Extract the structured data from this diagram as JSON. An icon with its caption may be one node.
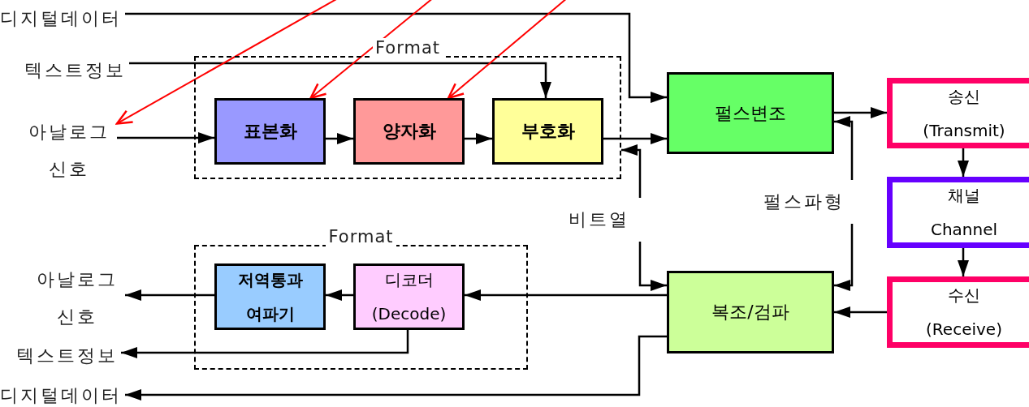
{
  "diagram": {
    "nodes": [
      {
        "text": [
          "Format"
        ]
      },
      {
        "text": [
          "표본화"
        ],
        "in": 0
      },
      {
        "text": [
          "양자화"
        ],
        "in": 0
      },
      {
        "text": [
          "부호화"
        ],
        "in": 0
      },
      {
        "text": [
          "펄스변조"
        ]
      },
      {
        "text": [
          "송신 (Transmit)"
        ]
      },
      {
        "text": [
          "채널 Channel"
        ]
      },
      {
        "text": [
          "수신 (Receive)"
        ]
      },
      {
        "text": [
          "복조/검파"
        ]
      },
      {
        "text": [
          "Format"
        ]
      },
      {
        "text": [
          "저역통과 여파기"
        ],
        "in": 9
      },
      {
        "text": [
          "디코더 (Decode)"
        ],
        "in": 9
      },
      {
        "text": [
          "디지털데이터"
        ]
      },
      {
        "text": [
          "텍스트정보"
        ]
      },
      {
        "text": [
          "아날로그 신호"
        ]
      },
      {
        "text": [
          "아날로그 신호"
        ]
      },
      {
        "text": [
          "텍스트정보"
        ]
      },
      {
        "text": [
          "디지털데이터"
        ]
      },
      {
        "text": [
          "비트열"
        ]
      },
      {
        "text": [
          "펄스파형"
        ]
      }
    ],
    "edges": [
      {
        "from": 12,
        "to": 4,
        "arrow": "to"
      },
      {
        "from": 13,
        "to": 3,
        "arrow": "to"
      },
      {
        "from": 14,
        "to": 1,
        "arrow": "to"
      },
      {
        "from": 1,
        "to": 2,
        "arrow": "to"
      },
      {
        "from": 2,
        "to": 3,
        "arrow": "to"
      },
      {
        "from": 3,
        "to": 4,
        "arrow": "to"
      },
      {
        "from": 18,
        "to": 0,
        "arrow": "to"
      },
      {
        "from": 18,
        "to": 8,
        "arrow": "to"
      },
      {
        "from": 19,
        "to": 4,
        "arrow": "to"
      },
      {
        "from": 19,
        "to": 8,
        "arrow": "to"
      },
      {
        "from": 4,
        "to": 5,
        "arrow": "to"
      },
      {
        "from": 5,
        "to": 6,
        "arrow": "to"
      },
      {
        "from": 6,
        "to": 7,
        "arrow": "to"
      },
      {
        "from": 7,
        "to": 8,
        "arrow": "to"
      },
      {
        "from": 8,
        "to": 11,
        "arrow": "to"
      },
      {
        "from": 11,
        "to": 10,
        "arrow": "to"
      },
      {
        "from": 10,
        "to": 15,
        "arrow": "to"
      },
      {
        "from": 11,
        "to": 16,
        "arrow": "to"
      },
      {
        "from": 8,
        "to": 17,
        "arrow": "to"
      },
      {
        "from": null,
        "to": 14,
        "arrow": "to",
        "color": "#ff0000"
      },
      {
        "from": null,
        "to": 1,
        "arrow": "to",
        "color": "#ff0000"
      },
      {
        "from": null,
        "to": 2,
        "arrow": "to",
        "color": "#ff0000"
      }
    ]
  }
}
